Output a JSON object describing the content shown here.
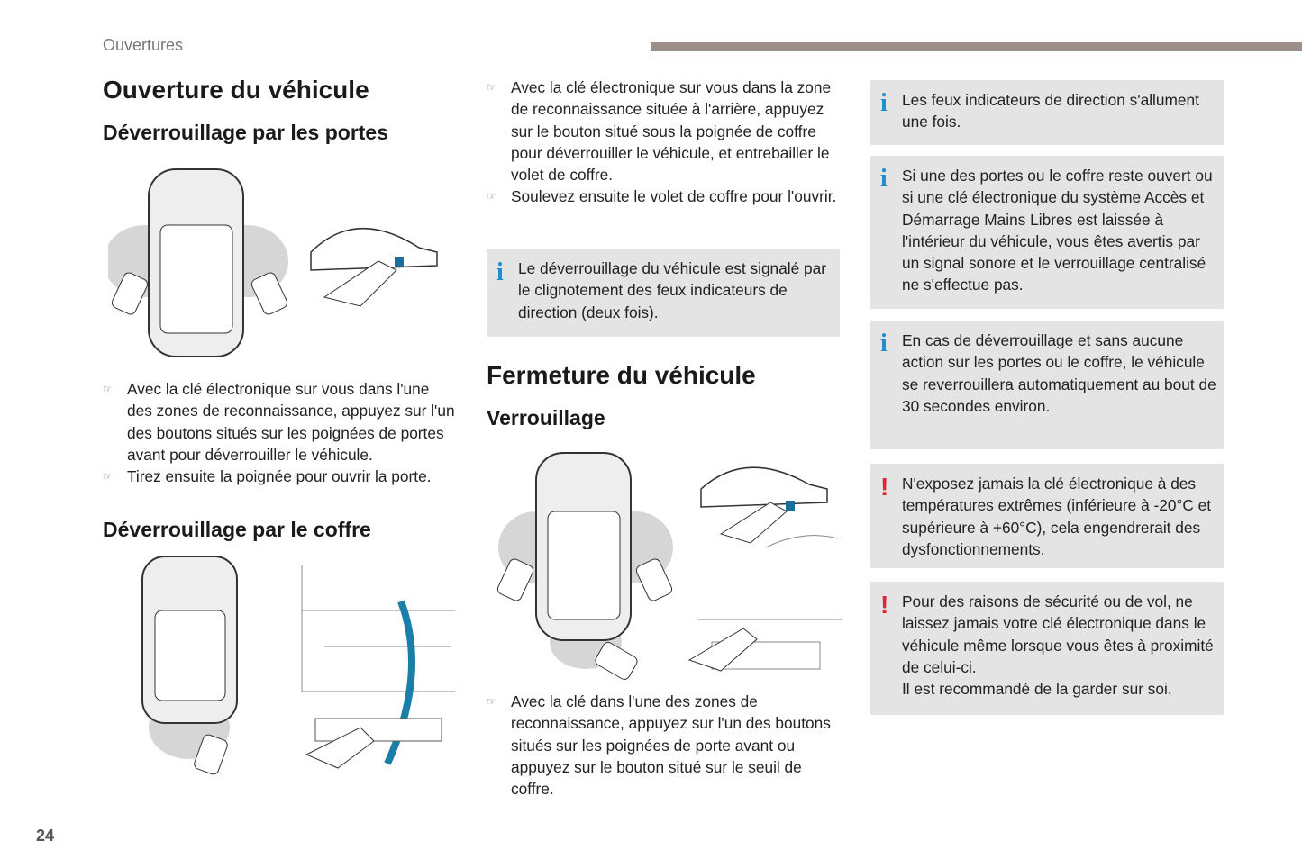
{
  "header": {
    "section": "Ouvertures",
    "page_number": "24"
  },
  "col1": {
    "title": "Ouverture du véhicule",
    "subtitle1": "Déverrouillage par les portes",
    "bullets1": [
      "Avec la clé électronique sur vous dans l'une des zones de reconnaissance, appuyez sur l'un des boutons situés sur les poignées de portes avant pour déverrouiller le véhicule.",
      "Tirez ensuite la poignée pour ouvrir la porte."
    ],
    "subtitle2": "Déverrouillage par le coffre"
  },
  "col2": {
    "bullets1": [
      "Avec la clé électronique sur vous dans la zone de reconnaissance située à l'arrière, appuyez sur le bouton situé sous la poignée de coffre pour déverrouiller le véhicule, et entrebailler le volet de coffre.",
      "Soulevez ensuite le volet de coffre pour l'ouvrir."
    ],
    "info": "Le déverrouillage du véhicule est signalé par le clignotement des feux indicateurs de direction (deux fois).",
    "title": "Fermeture du véhicule",
    "subtitle": "Verrouillage",
    "bullets2": [
      "Avec la clé dans l'une des zones de reconnaissance, appuyez sur l'un des boutons situés sur les poignées de porte avant ou appuyez sur le bouton situé sur le seuil de coffre."
    ]
  },
  "col3": {
    "boxes": [
      {
        "type": "info",
        "text": "Les feux indicateurs de direction s'allument une fois."
      },
      {
        "type": "info",
        "text": "Si une des portes ou le coffre reste ouvert ou si une clé électronique du système Accès et Démarrage Mains Libres est laissée à l'intérieur du véhicule, vous êtes avertis par un signal sonore et le verrouillage centralisé ne s'effectue pas."
      },
      {
        "type": "info",
        "text": "En cas de déverrouillage et sans aucune action sur les portes ou le coffre, le véhicule se reverrouillera automatiquement au bout de 30 secondes environ."
      },
      {
        "type": "warning",
        "text": "N'exposez jamais la clé électronique à des températures extrêmes (inférieure à -20°C et supérieure à +60°C), cela engendrerait des dysfonctionnements."
      },
      {
        "type": "warning",
        "text": "Pour des raisons de sécurité ou de vol, ne laissez jamais votre clé électronique dans le véhicule même lorsque vous êtes à proximité de celui-ci.",
        "text2": "Il est recommandé de la garder sur soi."
      }
    ]
  },
  "icons": {
    "info": "i",
    "warning": "!",
    "bullet": "☞"
  },
  "colors": {
    "info": "#1d8fd0",
    "warning": "#e0243a",
    "box": "#e4e4e4",
    "accent_bar": "#9c8f88"
  }
}
